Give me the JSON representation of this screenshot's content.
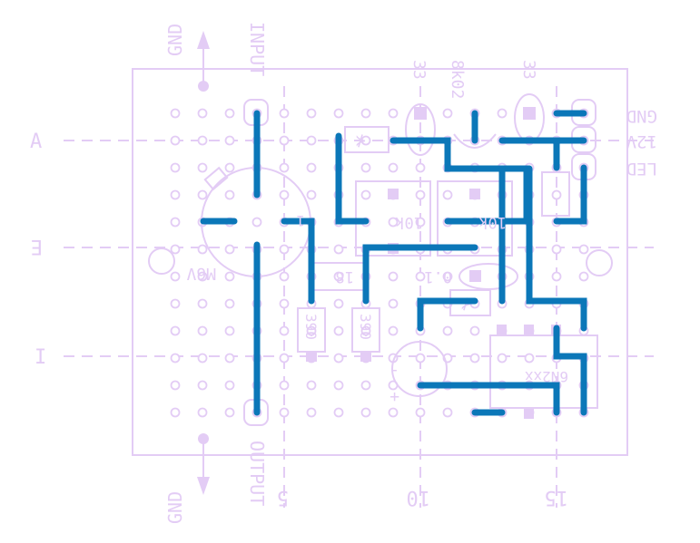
{
  "rows": {
    "a": "A",
    "e": "E",
    "i": "I"
  },
  "cols": {
    "c5": "5",
    "c10": "10",
    "c15": "15"
  },
  "rails": {
    "gnd_top": "GND",
    "gnd_bottom": "GND",
    "input": "INPUT",
    "output": "OUTPUT"
  },
  "connector": {
    "gnd": "GND",
    "v12": "12V",
    "led": "LED"
  },
  "parts": {
    "cap33_left": "33",
    "cap33_right": "33",
    "r8k02": "8k02",
    "pot": "M6V",
    "r10k_left": "10k",
    "r10k_right": "10k",
    "r18": "18",
    "cap01": "0.1",
    "r390_left": "390",
    "r390_right": "390",
    "ic": "6N2xx",
    "pol_minus": "-",
    "pol_plus": "+",
    "pot_pin": "1"
  },
  "colors": {
    "silkscreen": "#e3ccf5",
    "trace": "#0b77b8",
    "background": "#ffffff"
  }
}
